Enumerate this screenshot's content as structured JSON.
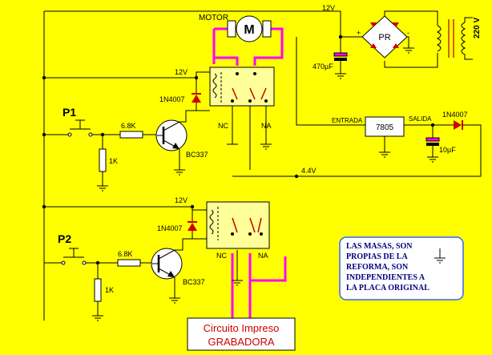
{
  "colors": {
    "background": "#FFFF00",
    "wire": "#000000",
    "recorder_wire": "#FF00FF",
    "diode": "#CC0000",
    "note_box_fill": "#FFFFFF",
    "note_box_border": "#3366FF",
    "note_text": "#000080",
    "recorder_box_fill": "#FFFFFF",
    "recorder_text": "#CC0000",
    "capacitor_cap": "#FF00FF"
  },
  "labels": {
    "motor": "MOTOR",
    "motor_symbol": "M",
    "v12_top": "12V",
    "v12_relay1": "12V",
    "v12_relay2": "12V",
    "v44": "4.4V",
    "pr": "PR",
    "plus": "+",
    "minus": "-",
    "v220": "220 V",
    "cap_470": "470µF",
    "entrada": "ENTRADA",
    "salida": "SALIDA",
    "reg": "7805",
    "diode_out": "1N4007",
    "cap_10": "10µF",
    "p1": "P1",
    "p2": "P2",
    "r68_1": "6.8K",
    "r68_2": "6.8K",
    "r1k_1": "1K",
    "r1k_2": "1K",
    "bc1": "BC337",
    "bc2": "BC337",
    "d_relay1": "1N4007",
    "d_relay2": "1N4007",
    "nc1": "NC",
    "na1": "NA",
    "nc2": "NC",
    "na2": "NA"
  },
  "note": {
    "lines": [
      "LAS MASAS, SON",
      "PROPIAS DE LA",
      "REFORMA, SON",
      "INDEPENDIENTES A",
      "LA PLACA ORIGINAL"
    ]
  },
  "recorder_box": {
    "line1": "Circuito Impreso",
    "line2": "GRABADORA"
  }
}
